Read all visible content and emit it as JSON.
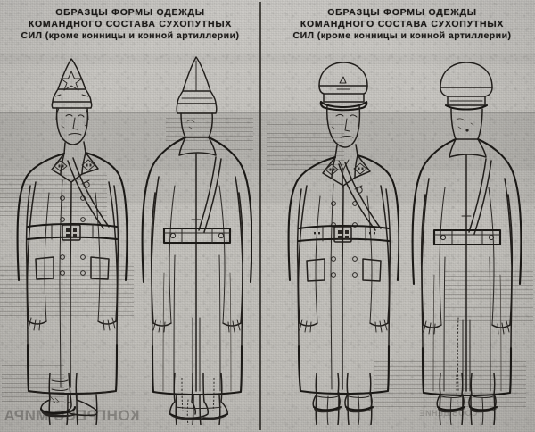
{
  "document": {
    "type": "newspaper-illustration",
    "language": "ru",
    "medium": "scanned newsprint halftone",
    "background_color": "#c9c7c3",
    "ink_color": "#221f1c"
  },
  "panels": [
    {
      "id": "left",
      "header": {
        "line1": "ОБРАЗЦЫ ФОРМЫ ОДЕЖДЫ",
        "line2": "КОМАНДНОГО СОСТАВА СУХОПУТНЫХ",
        "line3": "СИЛ (кроме конницы и конной артиллерии)"
      },
      "figures": [
        {
          "id": "left-front",
          "view": "front",
          "headgear": "budenovka-pointed-cloth-helmet",
          "headgear_insignia": "five-pointed-star",
          "garment": "double-breasted-greatcoat",
          "accessories": [
            "portupeya-shoulder-strap",
            "waist-belt-with-buckle",
            "collar-rank-tabs"
          ],
          "footwear": "high-leather-boots"
        },
        {
          "id": "left-back",
          "view": "back",
          "headgear": "budenovka-pointed-cloth-helmet",
          "headgear_insignia": "none-visible",
          "garment": "double-breasted-greatcoat-with-rear-vent",
          "accessories": [
            "portupeya-shoulder-strap",
            "rear-belt-half-strap"
          ],
          "footwear": "high-leather-boots"
        }
      ]
    },
    {
      "id": "right",
      "header": {
        "line1": "ОБРАЗЦЫ ФОРМЫ ОДЕЖДЫ",
        "line2": "КОМАНДНОГО СОСТАВА СУХОПУТНЫХ",
        "line3": "СИЛ (кроме конницы и конной артиллерии)"
      },
      "figures": [
        {
          "id": "right-front",
          "view": "front",
          "headgear": "peaked-visor-cap-furazhka",
          "headgear_insignia": "cap-badge",
          "garment": "double-breasted-greatcoat",
          "accessories": [
            "portupeya-shoulder-strap",
            "waist-belt-with-buckle",
            "collar-rank-tabs",
            "necktie"
          ],
          "footwear": "long-trousers-with-shoes"
        },
        {
          "id": "right-back",
          "view": "back",
          "headgear": "peaked-visor-cap-furazhka",
          "headgear_insignia": "none-visible",
          "garment": "double-breasted-greatcoat-with-rear-vent",
          "accessories": [
            "portupeya-shoulder-strap",
            "rear-belt-half-strap"
          ],
          "footwear": "long-trousers-with-shoes"
        }
      ]
    }
  ],
  "artifacts": {
    "center_divider": "vertical-rule",
    "scan_band": "darker horizontal tone band across mid-image",
    "show_through": "mirrored text bleeding through from reverse side of the sheet"
  }
}
